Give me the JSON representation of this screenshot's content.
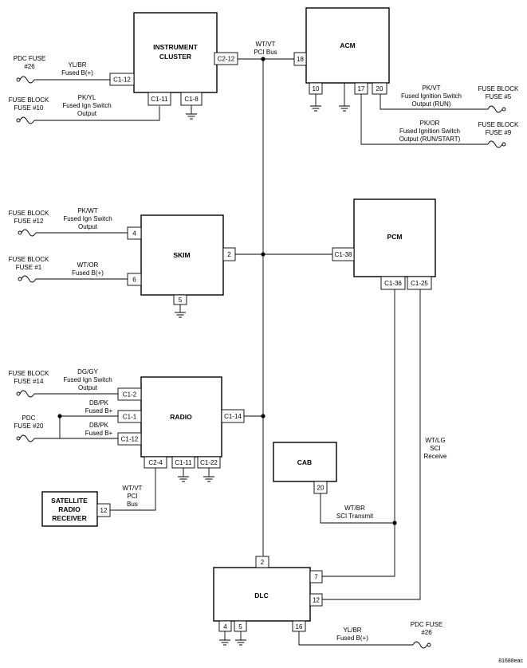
{
  "modules": {
    "instrument_cluster": [
      "INSTRUMENT",
      "CLUSTER"
    ],
    "acm": "ACM",
    "skim": "SKIM",
    "pcm": "PCM",
    "radio": "RADIO",
    "cab": "CAB",
    "dlc": "DLC",
    "satellite": [
      "SATELLITE",
      "RADIO",
      "RECEIVER"
    ]
  },
  "pins": {
    "ic_c2_12": "C2-12",
    "ic_c1_12": "C1-12",
    "ic_c1_11": "C1-11",
    "ic_c1_8": "C1-8",
    "acm_18": "18",
    "acm_10": "10",
    "acm_17": "17",
    "acm_20": "20",
    "skim_4": "4",
    "skim_6": "6",
    "skim_2": "2",
    "skim_5": "5",
    "pcm_c1_38": "C1-38",
    "pcm_c1_36": "C1-36",
    "pcm_c1_25": "C1-25",
    "radio_c1_2": "C1-2",
    "radio_c1_1": "C1-1",
    "radio_c1_12": "C1-12",
    "radio_c1_14": "C1-14",
    "radio_c2_4": "C2-4",
    "radio_c1_11": "C1-11",
    "radio_c1_22": "C1-22",
    "sat_12": "12",
    "cab_20": "20",
    "dlc_2": "2",
    "dlc_7": "7",
    "dlc_12": "12",
    "dlc_4": "4",
    "dlc_5": "5",
    "dlc_16": "16"
  },
  "fuses": {
    "pdc26_top": [
      "PDC FUSE",
      "#26"
    ],
    "fb10": [
      "FUSE BLOCK",
      "FUSE #10"
    ],
    "fb5": [
      "FUSE BLOCK",
      "FUSE #5"
    ],
    "fb9": [
      "FUSE BLOCK",
      "FUSE #9"
    ],
    "fb12": [
      "FUSE BLOCK",
      "FUSE #12"
    ],
    "fb1": [
      "FUSE BLOCK",
      "FUSE #1"
    ],
    "fb14": [
      "FUSE BLOCK",
      "FUSE #14"
    ],
    "pdc20": [
      "PDC",
      "FUSE #20"
    ],
    "pdc26_bottom": [
      "PDC FUSE",
      "#26"
    ]
  },
  "wires": {
    "pci_bus_top": [
      "WT/VT",
      "PCI Bus"
    ],
    "ic_yl_br": [
      "YL/BR",
      "Fused B(+)"
    ],
    "ic_pk_yl": [
      "PK/YL",
      "Fused Ign Switch",
      "Output"
    ],
    "acm_pk_vt": [
      "PK/VT",
      "Fused Ignition Switch",
      "Output (RUN)"
    ],
    "acm_pk_or": [
      "PK/OR",
      "Fused Ignition Switch",
      "Output (RUN/START)"
    ],
    "skim_pk_wt": [
      "PK/WT",
      "Fused Ign Switch",
      "Output"
    ],
    "skim_wt_or": [
      "WT/OR",
      "Fused B(+)"
    ],
    "radio_dg_gy": [
      "DG/GY",
      "Fused Ign Switch",
      "Output"
    ],
    "radio_db_pk_1": [
      "DB/PK",
      "Fused B+"
    ],
    "radio_db_pk_2": [
      "DB/PK",
      "Fused B+"
    ],
    "sat_wt_vt": [
      "WT/VT",
      "PCI",
      "Bus"
    ],
    "cab_wt_br": [
      "WT/BR",
      "SCI Transmit"
    ],
    "pcm_wt_lg": [
      "WT/LG",
      "SCI",
      "Receive"
    ],
    "dlc_yl_br": [
      "YL/BR",
      "Fused B(+)"
    ]
  },
  "figure_id": "81688eac"
}
